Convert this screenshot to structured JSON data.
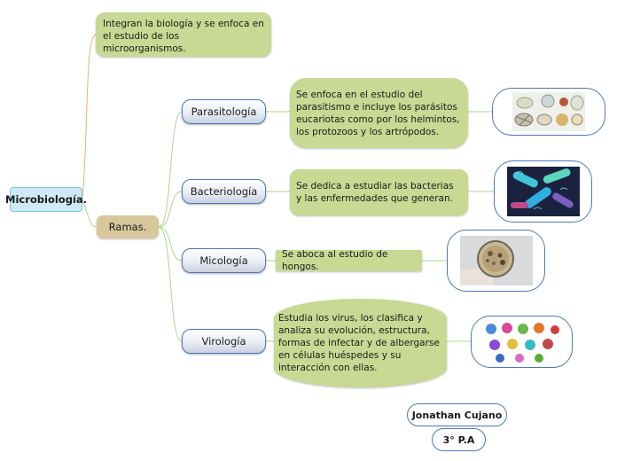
{
  "root": {
    "label": "Microbiología."
  },
  "definition": {
    "text": "Integran la biología y se enfoca en el estudio de los microorganismos."
  },
  "ramas": {
    "label": "Ramas."
  },
  "branches": [
    {
      "label": "Parasitología",
      "description": "Se enfoca en el estudio del parasitismo e incluye los parásitos eucariotas como por los helmintos, los protozoos y los artrópodos.",
      "image": "parasites-microscopy-image"
    },
    {
      "label": "Bacteriología",
      "description": "Se dedica a estudiar las bacterias y las enfermedades que generan.",
      "image": "bacteria-image"
    },
    {
      "label": "Micología",
      "description": "Se aboca al estudio de hongos.",
      "image": "petri-dish-fungi-image"
    },
    {
      "label": "Virología",
      "description": "Estudia los virus, los clasifica y analiza su evolución, estructura, formas de infectar y de albergarse en células huéspedes y su interacción con ellas.",
      "image": "viruses-image"
    }
  ],
  "author": {
    "name": "Jonathan Cujano",
    "group": "3° P.A"
  },
  "colors": {
    "connector": "#a8d88c",
    "definition_connector": "#f0b070",
    "branch_border": "#4a79b8",
    "desc_fill": "#c9d893"
  }
}
